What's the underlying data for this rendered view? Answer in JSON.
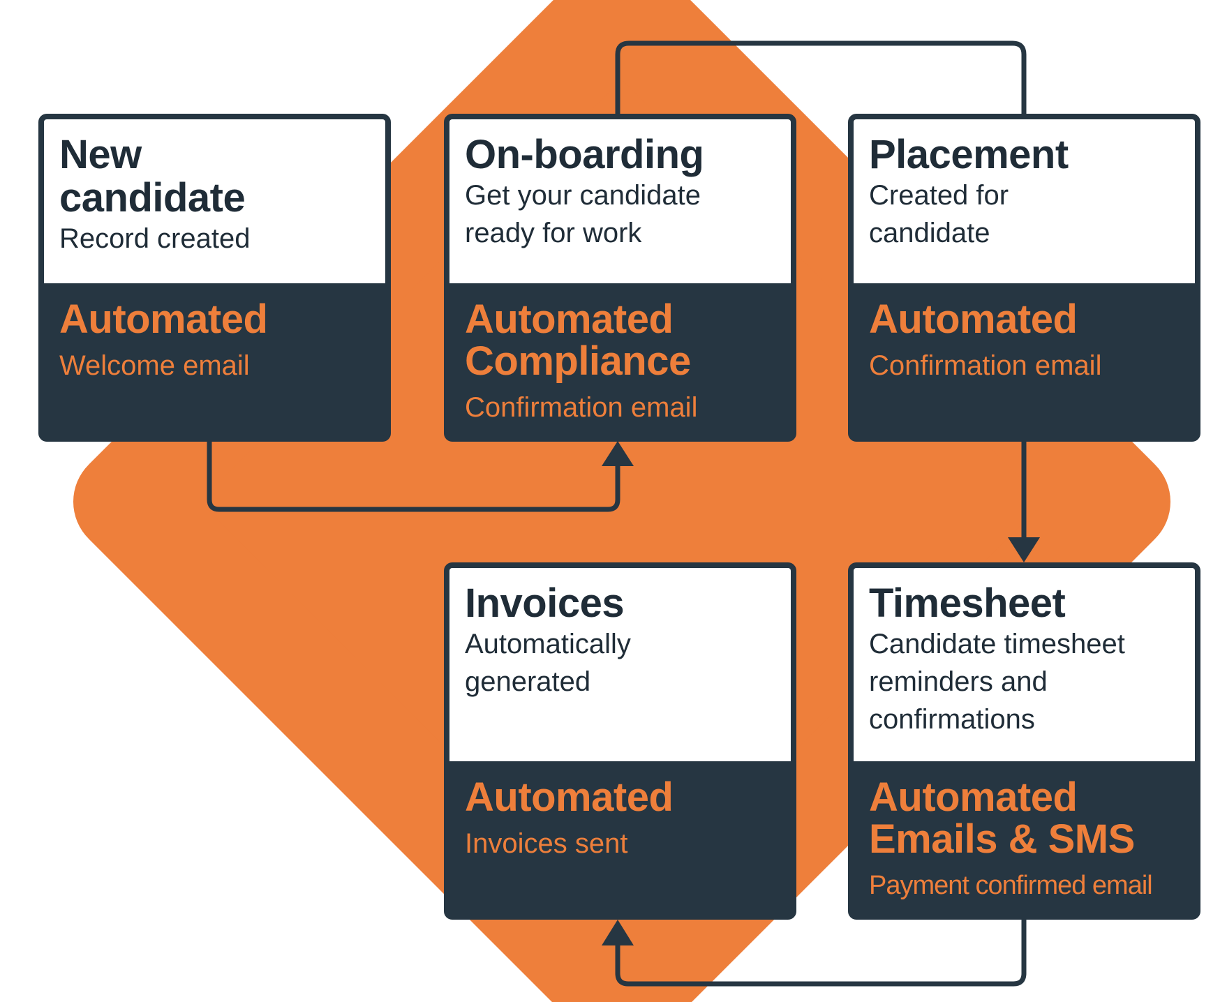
{
  "colors": {
    "orange": "#ee7f3b",
    "navy": "#263642",
    "text_dark": "#1f2c37",
    "background": "#ffffff"
  },
  "steps": [
    {
      "id": "new-candidate",
      "title_lines": [
        "New",
        "candidate"
      ],
      "description_lines": [
        "Record created"
      ],
      "automated_lines": [
        "Automated"
      ],
      "automated_description": "Welcome email"
    },
    {
      "id": "on-boarding",
      "title_lines": [
        "On-boarding"
      ],
      "description_lines": [
        "Get your candidate",
        "ready for work"
      ],
      "automated_lines": [
        "Automated",
        "Compliance"
      ],
      "automated_description": "Confirmation email"
    },
    {
      "id": "placement",
      "title_lines": [
        "Placement"
      ],
      "description_lines": [
        "Created for",
        "candidate"
      ],
      "automated_lines": [
        "Automated"
      ],
      "automated_description": "Confirmation email"
    },
    {
      "id": "timesheet",
      "title_lines": [
        "Timesheet"
      ],
      "description_lines": [
        "Candidate timesheet",
        "reminders and",
        "confirmations"
      ],
      "automated_lines": [
        "Automated",
        "Emails & SMS"
      ],
      "automated_description": "Payment confirmed email"
    },
    {
      "id": "invoices",
      "title_lines": [
        "Invoices"
      ],
      "description_lines": [
        "Automatically",
        "generated"
      ],
      "automated_lines": [
        "Automated"
      ],
      "automated_description": "Invoices sent"
    }
  ],
  "connections": [
    {
      "from": "new-candidate",
      "to": "on-boarding"
    },
    {
      "from": "on-boarding",
      "to": "placement"
    },
    {
      "from": "placement",
      "to": "timesheet"
    },
    {
      "from": "timesheet",
      "to": "invoices"
    }
  ]
}
